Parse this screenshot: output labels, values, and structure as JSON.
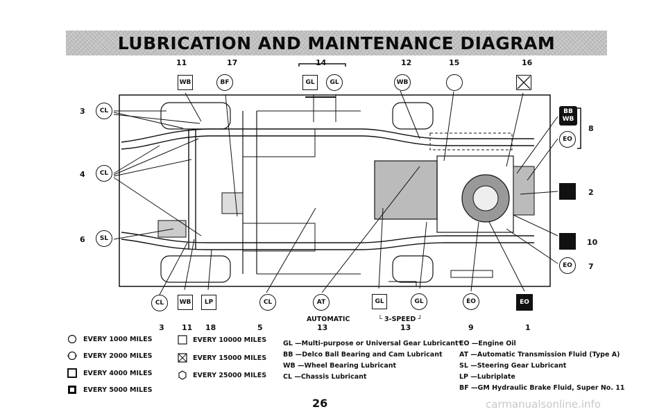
{
  "title": "LUBRICATION AND MAINTENANCE DIAGRAM",
  "top_numbers": {
    "n11": "11",
    "n17": "17",
    "n14": "14",
    "n12": "12",
    "n15": "15",
    "n16": "16"
  },
  "left_numbers": {
    "n3": "3",
    "n4": "4",
    "n6": "6"
  },
  "right_numbers": {
    "n8": "8",
    "n2": "2",
    "n10": "10",
    "n7": "7"
  },
  "bottom_numbers": {
    "n3": "3",
    "n11": "11",
    "n18": "18",
    "n5": "5",
    "n13a": "13",
    "n13b": "13",
    "n9": "9",
    "n1": "1"
  },
  "symbols": {
    "WB": "WB",
    "BF": "BF",
    "GL": "GL",
    "CL": "CL",
    "SL": "SL",
    "LP": "LP",
    "AT": "AT",
    "EO": "EO",
    "BB": "BB"
  },
  "bottom_captions": {
    "automatic": "AUTOMATIC",
    "three_speed": "3-SPEED"
  },
  "intervals": [
    {
      "icon": "circle",
      "label": "EVERY 1000 MILES"
    },
    {
      "icon": "circle-dash",
      "label": "EVERY 2000 MILES"
    },
    {
      "icon": "square-dash",
      "label": "EVERY 4000 MILES"
    },
    {
      "icon": "square-dark",
      "label": "EVERY 5000 MILES"
    },
    {
      "icon": "square",
      "label": "EVERY 10000 MILES"
    },
    {
      "icon": "xbox",
      "label": "EVERY 15000 MILES"
    },
    {
      "icon": "hex",
      "label": "EVERY 25000 MILES"
    }
  ],
  "lubricants_left": [
    "GL —Multi-purpose or Universal Gear Lubricant*",
    "BB —Delco Ball Bearing and Cam Lubricant",
    "WB —Wheel Bearing Lubricant",
    "CL —Chassis Lubricant"
  ],
  "lubricants_right": [
    "EO —Engine Oil",
    "AT —Automatic Transmission Fluid (Type A)",
    "SL —Steering Gear Lubricant",
    "LP —Lubriplate",
    "BF —GM Hydraulic Brake Fluid, Super No. 11"
  ],
  "page_number": "26",
  "watermark": "carmanualsonline.info"
}
